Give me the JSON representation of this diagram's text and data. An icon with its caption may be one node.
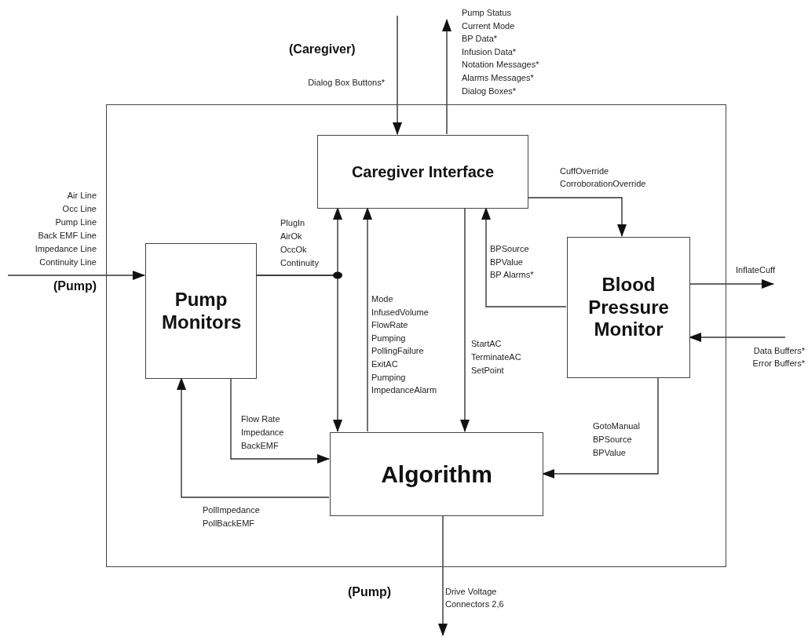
{
  "diagram": {
    "nodes": [
      {
        "text": [],
        "shape": "box"
      },
      {
        "text": [
          "Caregiver Interface"
        ],
        "in": 0
      },
      {
        "text": [
          "Pump Monitors"
        ],
        "in": 0
      },
      {
        "text": [
          "Blood Pressure Monitor"
        ],
        "in": 0
      },
      {
        "text": [
          "Algorithm"
        ],
        "in": 0
      }
    ],
    "edges": [
      {
        "from": null,
        "to": 1,
        "arrow": "to",
        "label": "Dialog Box Buttons*"
      },
      {
        "from": 1,
        "to": null,
        "arrow": "to",
        "label": "Pump Status Current Mode BP Data* Infusion Data* Notation Messages* Alarms Messages* Dialog Boxes*"
      },
      {
        "from": null,
        "to": 2,
        "arrow": "to",
        "label": "Air Line Occ Line Pump Line Back EMF Line Impedance Line Continuity Line"
      },
      {
        "from": 2,
        "to": 1,
        "arrow": "to",
        "label": "PlugIn AirOk OccOk Continuity"
      },
      {
        "from": 2,
        "to": 4,
        "arrow": "to"
      },
      {
        "from": 4,
        "to": 1,
        "arrow": "to",
        "label": "Mode InfusedVolume FlowRate Pumping PollingFailure ExitAC Pumping ImpedanceAlarm"
      },
      {
        "from": 1,
        "to": 4,
        "arrow": "to",
        "label": "StartAC TerminateAC SetPoint"
      },
      {
        "from": 1,
        "to": 3,
        "arrow": "to",
        "label": "CuffOverride CorroborationOverride"
      },
      {
        "from": 3,
        "to": 1,
        "arrow": "to",
        "label": "BPSource BPValue BP Alarms*"
      },
      {
        "from": 3,
        "to": null,
        "arrow": "to",
        "label": "InflateCuff"
      },
      {
        "from": null,
        "to": 3,
        "arrow": "to",
        "label": "Data Buffers* Error Buffers*"
      },
      {
        "from": 3,
        "to": 4,
        "arrow": "to",
        "label": "GotoManual BPSource BPValue"
      },
      {
        "from": 2,
        "to": 4,
        "arrow": "to",
        "label": "Flow Rate Impedance BackEMF"
      },
      {
        "from": 4,
        "to": 2,
        "arrow": "to",
        "label": "PollImpedance PollBackEMF"
      },
      {
        "from": 4,
        "to": null,
        "arrow": "to",
        "label": "Drive Voltage Connectors 2,6"
      }
    ],
    "labels": [
      "(Caregiver)",
      "(Pump)",
      "(Pump)"
    ]
  }
}
